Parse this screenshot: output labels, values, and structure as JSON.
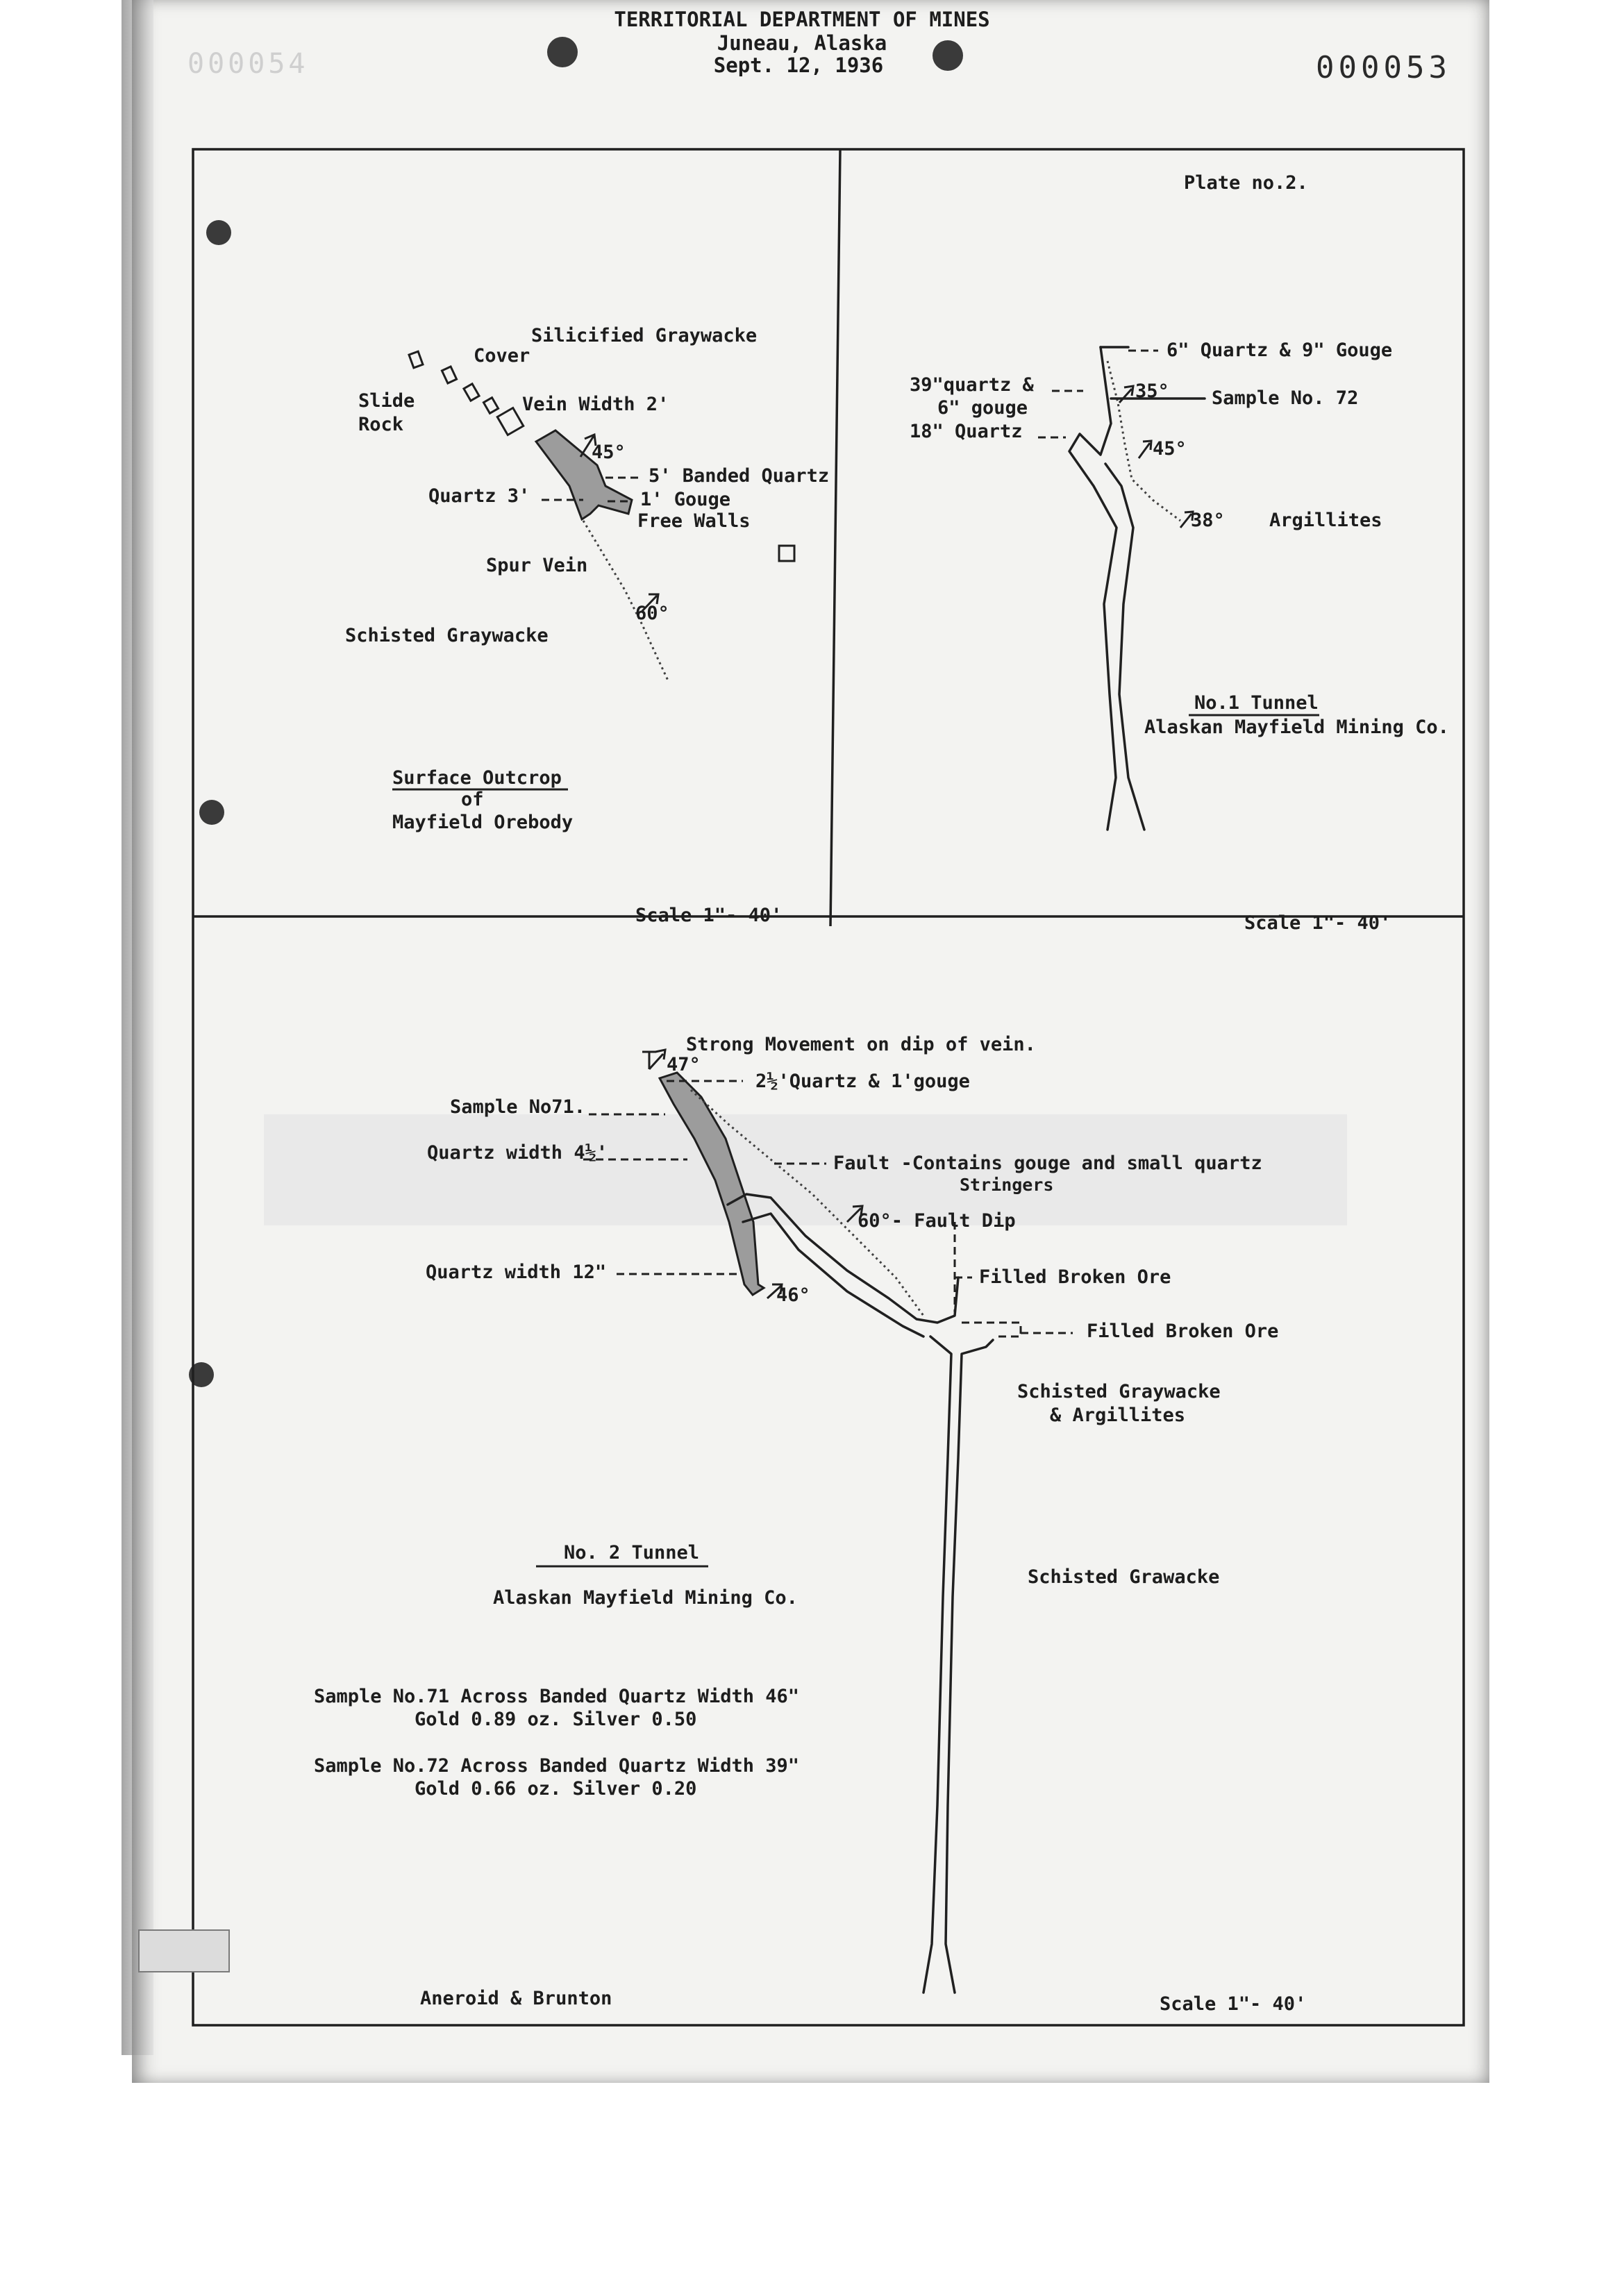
{
  "header": {
    "department": "TERRITORIAL DEPARTMENT OF MINES",
    "location": "Juneau, Alaska",
    "date": "Sept. 12, 1936"
  },
  "document_number": "000053",
  "ghost_number": "000054",
  "panel_surface": {
    "labels": {
      "silicified": "Silicified Graywacke",
      "cover": "Cover",
      "slide_line1": "Slide",
      "slide_line2": "Rock",
      "vein_width": "Vein Width 2'",
      "dip_45": "45°",
      "banded_quartz": "5' Banded Quartz",
      "quartz_3": "Quartz 3'",
      "gouge": "1' Gouge",
      "free_walls": "Free Walls",
      "spur_vein": "Spur Vein",
      "dip_60": "60°",
      "schisted": "Schisted Graywacke"
    },
    "title": {
      "line1": "Surface Outcrop",
      "line2": "of",
      "line3": "Mayfield Orebody"
    },
    "scale": "Scale 1\"- 40'"
  },
  "panel_tunnel1": {
    "plate": "Plate no.2.",
    "labels": {
      "quartz_gouge": "6\" Quartz & 9\" Gouge",
      "quartz39_line1": "39\"quartz &",
      "quartz39_line2": "6\" gouge",
      "quartz18": "18\" Quartz",
      "dip_35": "35°",
      "sample72": "Sample No. 72",
      "dip_45": "45°",
      "dip_38": "38°",
      "argillites": "Argillites"
    },
    "title": {
      "line1": "No.1 Tunnel",
      "line2": "Alaskan Mayfield Mining Co."
    },
    "scale": "Scale 1\"- 40'"
  },
  "panel_tunnel2": {
    "labels": {
      "strong_movement": "Strong Movement on dip of vein.",
      "dip_47": "47°",
      "quartz_gouge": "2½'Quartz & 1'gouge",
      "sample71": "Sample No71.",
      "quartz_width_4": "Quartz width 4½'",
      "fault_line1": "Fault -Contains gouge and small quartz",
      "fault_line2": "Stringers",
      "fault_dip": "60°- Fault Dip",
      "quartz_width_12": "Quartz width 12\"",
      "dip_46": "46°",
      "filled1": "Filled Broken Ore",
      "filled2": "Filled Broken Ore",
      "schisted_arg_line1": "Schisted Graywacke",
      "schisted_arg_line2": "& Argillites",
      "schisted_grawacke": "Schisted Grawacke"
    },
    "title": {
      "line1": "No. 2 Tunnel",
      "line2": "Alaskan Mayfield Mining Co."
    },
    "samples": {
      "s71_line1": "Sample No.71 Across Banded Quartz Width 46\"",
      "s71_line2": "Gold 0.89 oz. Silver 0.50",
      "s72_line1": "Sample No.72 Across Banded Quartz Width 39\"",
      "s72_line2": "Gold 0.66 oz. Silver 0.20"
    },
    "instrument": "Aneroid & Brunton",
    "scale": "Scale 1\"- 40'"
  },
  "colors": {
    "ink": "#1d1d1d",
    "paper": "#f3f3f1",
    "vein_fill": "#9c9c9c"
  }
}
